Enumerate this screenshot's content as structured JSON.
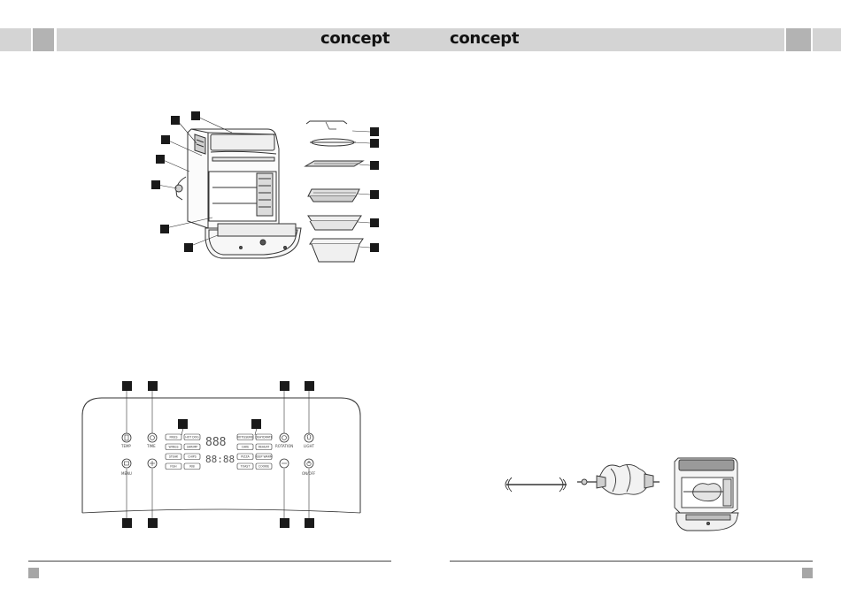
{
  "header": {
    "brand_left": "concept",
    "brand_right": "concept"
  },
  "panel": {
    "labels": {
      "temp": "TEMP",
      "time": "TIME",
      "menu": "MENU",
      "rotation": "ROTATION",
      "light": "LIGHT",
      "onoff": "ON/OFF"
    },
    "presets_left": [
      "FRIES",
      "HOT DOG",
      "WINGS",
      "SHRIMP",
      "STEAK",
      "CHIPS",
      "FISH",
      "RIB"
    ],
    "presets_right": [
      "ROTISSERIE",
      "DEHYDRATE",
      "CAKE",
      "REHEAT",
      "PIZZA",
      "KEEP WARM",
      "TOAST",
      "COOKIE"
    ],
    "display_top": "888",
    "display_bottom": "88:88"
  },
  "colors": {
    "header_bar": "#d4d4d4",
    "header_square": "#b3b3b3",
    "badge": "#1a1a1a"
  }
}
